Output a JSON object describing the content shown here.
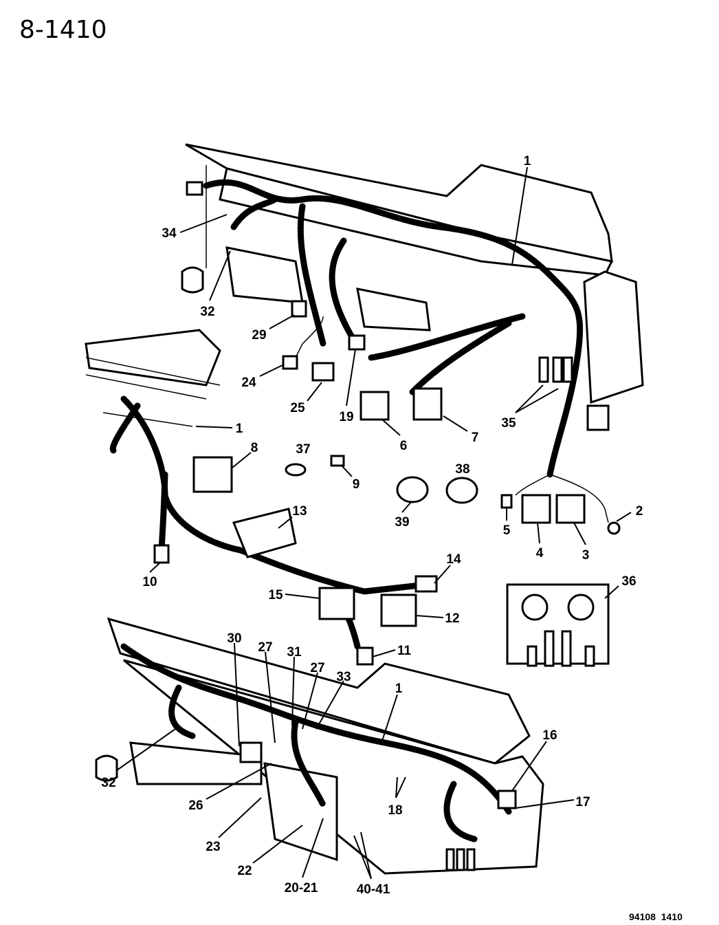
{
  "page_number": "8-1410",
  "figure_code": "94108  1410",
  "callouts": {
    "c1_top": "1",
    "c34": "34",
    "c32_top": "32",
    "c29": "29",
    "c24": "24",
    "c25": "25",
    "c19": "19",
    "c6": "6",
    "c7": "7",
    "c35": "35",
    "c1_left": "1",
    "c8": "8",
    "c37": "37",
    "c9": "9",
    "c38": "38",
    "c39": "39",
    "c2": "2",
    "c5": "5",
    "c4": "4",
    "c3": "3",
    "c13": "13",
    "c10": "10",
    "c14": "14",
    "c15": "15",
    "c12": "12",
    "c36": "36",
    "c11": "11",
    "c30": "30",
    "c27a": "27",
    "c31": "31",
    "c27b": "27",
    "c33": "33",
    "c1_bottom": "1",
    "c16": "16",
    "c17": "17",
    "c18": "18",
    "c32_bottom": "32",
    "c26": "26",
    "c23": "23",
    "c22": "22",
    "c20_21": "20-21",
    "c40_41": "40-41"
  }
}
